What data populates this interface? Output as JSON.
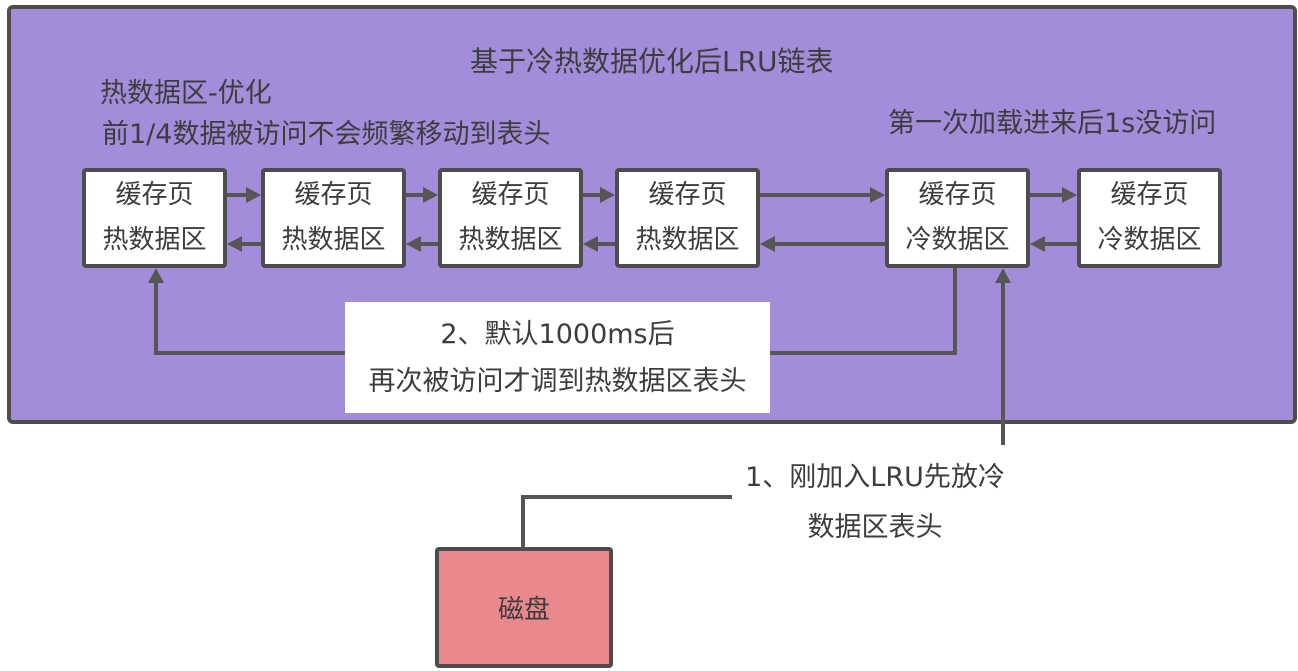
{
  "diagram_title": "基于冷热数据优化后LRU链表",
  "annotations": {
    "hot_area_label": "热数据区-优化",
    "hot_area_rule": "前1/4数据被访问不会频繁移动到表头",
    "cold_area_rule": "第一次加载进来后1s没访问",
    "note_promotion": {
      "line1": "2、默认1000ms后",
      "line2": "再次被访问才调到热数据区表头"
    },
    "note_insert": {
      "line1": "1、刚加入LRU先放冷",
      "line2": "数据区表头"
    }
  },
  "nodes": [
    {
      "title": "缓存页",
      "zone": "热数据区"
    },
    {
      "title": "缓存页",
      "zone": "热数据区"
    },
    {
      "title": "缓存页",
      "zone": "热数据区"
    },
    {
      "title": "缓存页",
      "zone": "热数据区"
    },
    {
      "title": "缓存页",
      "zone": "冷数据区"
    },
    {
      "title": "缓存页",
      "zone": "冷数据区"
    }
  ],
  "disk": {
    "label": "磁盘"
  },
  "colors": {
    "container_fill": "#a38ddb",
    "container_border": "#4d4d4d",
    "node_fill": "#ffffff",
    "line": "#565656",
    "disk_fill": "#e9898e",
    "text": "#3d3d3d"
  }
}
